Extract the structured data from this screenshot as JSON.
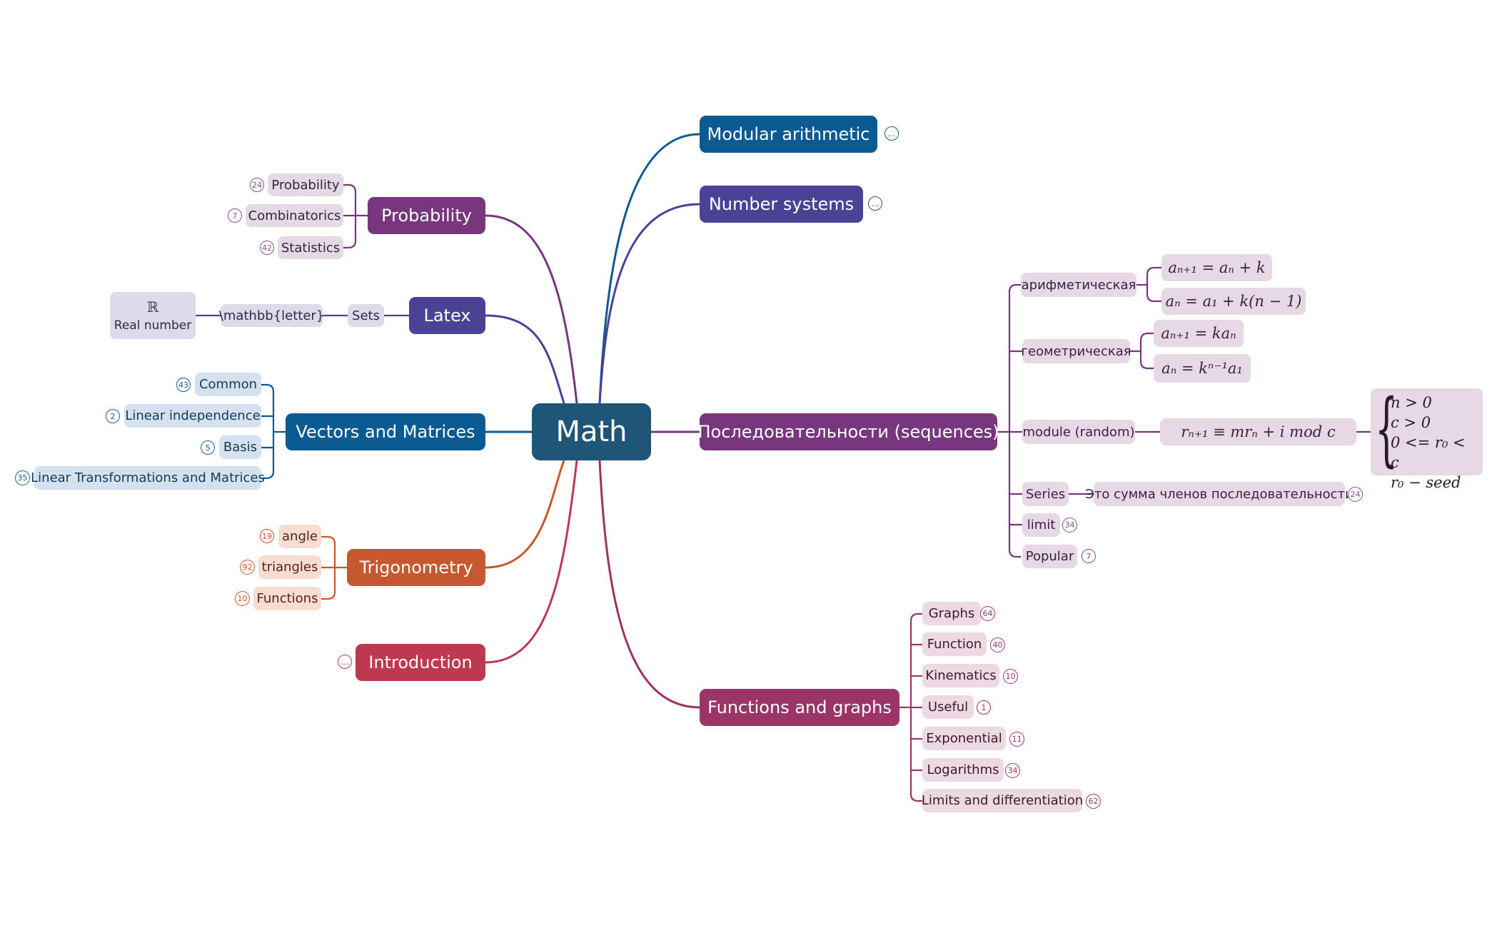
{
  "root": {
    "label": "Math"
  },
  "branches": {
    "modular": {
      "label": "Modular arithmetic",
      "collapsed": "…"
    },
    "number_systems": {
      "label": "Number systems",
      "collapsed": "…"
    },
    "probability": {
      "label": "Probability",
      "children": [
        {
          "label": "Probability",
          "count": "24"
        },
        {
          "label": "Combinatorics",
          "count": "7"
        },
        {
          "label": "Statistics",
          "count": "42"
        }
      ]
    },
    "latex": {
      "label": "Latex",
      "sets": "Sets",
      "mathbb": "\\mathbb{letter}",
      "symbol": "ℝ",
      "symbol_caption": "Real number"
    },
    "vectors": {
      "label": "Vectors and Matrices",
      "children": [
        {
          "label": "Common",
          "count": "43"
        },
        {
          "label": "Linear independence",
          "count": "2"
        },
        {
          "label": "Basis",
          "count": "5"
        },
        {
          "label": "Linear Transformations and Matrices",
          "count": "35"
        }
      ]
    },
    "trigonometry": {
      "label": "Trigonometry",
      "children": [
        {
          "label": "angle",
          "count": "19"
        },
        {
          "label": "triangles",
          "count": "92"
        },
        {
          "label": "Functions",
          "count": "10"
        }
      ]
    },
    "introduction": {
      "label": "Introduction",
      "collapsed": "…"
    },
    "sequences": {
      "label": "Последовательности (sequences)",
      "arith": {
        "label": "арифметическая",
        "f1": "aₙ₊₁ = aₙ + k",
        "f2": "aₙ = a₁ + k(n − 1)"
      },
      "geom": {
        "label": "геометрическая",
        "f1": "aₙ₊₁ = kaₙ",
        "f2": "aₙ = kⁿ⁻¹a₁"
      },
      "module": {
        "label": "module (random)",
        "formula": "rₙ₊₁ ≡ mrₙ + i   mod  c",
        "conditions": [
          "n > 0",
          "c > 0",
          "0 <= r₀ < c",
          "r₀ − seed"
        ]
      },
      "series": {
        "label": "Series",
        "desc": "Это сумма членов последовательности",
        "count": "24"
      },
      "limit": {
        "label": "limit",
        "count": "34"
      },
      "popular": {
        "label": "Popular",
        "count": "7"
      }
    },
    "functions": {
      "label": "Functions and graphs",
      "children": [
        {
          "label": "Graphs",
          "count": "64"
        },
        {
          "label": "Function",
          "count": "40"
        },
        {
          "label": "Kinematics",
          "count": "10"
        },
        {
          "label": "Useful",
          "count": "1"
        },
        {
          "label": "Exponential",
          "count": "11"
        },
        {
          "label": "Logarithms",
          "count": "34"
        },
        {
          "label": "Limits and differentiation",
          "count": "62"
        }
      ]
    }
  },
  "colors": {
    "root": "#1f5576",
    "blue": "#0c5a92",
    "indigo": "#4b4296",
    "purple": "#78367f",
    "orange": "#c7572f",
    "red": "#bd3950",
    "magenta": "#9c3567"
  }
}
